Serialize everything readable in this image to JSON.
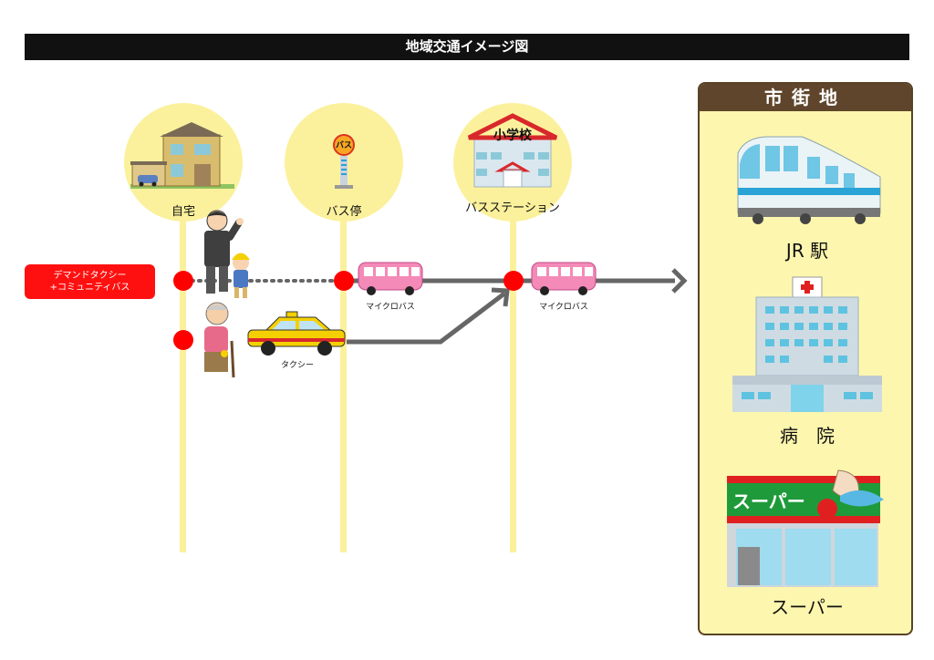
{
  "title": "地域交通イメージ図",
  "nodes": [
    {
      "label": "自宅",
      "icon": "house-icon"
    },
    {
      "label": "バス停",
      "icon": "bus-stop-icon"
    },
    {
      "label": "バスステーション",
      "icon": "school-icon",
      "school_sign": "小学校"
    }
  ],
  "legend": {
    "line1": "デマンドタクシー",
    "line2": "+コミュニティバス"
  },
  "vehicles": {
    "microbus1": "マイクロバス",
    "microbus2": "マイクロバス",
    "taxi": "タクシー"
  },
  "bus_stop_sign": "バス",
  "city": {
    "header": "市街地",
    "destinations": [
      {
        "label": "JR 駅",
        "icon": "train-icon"
      },
      {
        "label": "病　院",
        "icon": "hospital-icon"
      },
      {
        "label": "スーパー",
        "icon": "supermarket-icon",
        "sign": "スーパー"
      }
    ]
  },
  "colors": {
    "accent": "#ff0000",
    "line": "#fbf19c",
    "route": "#666666",
    "panel": "#fdf6ae",
    "header": "#5f452b"
  }
}
